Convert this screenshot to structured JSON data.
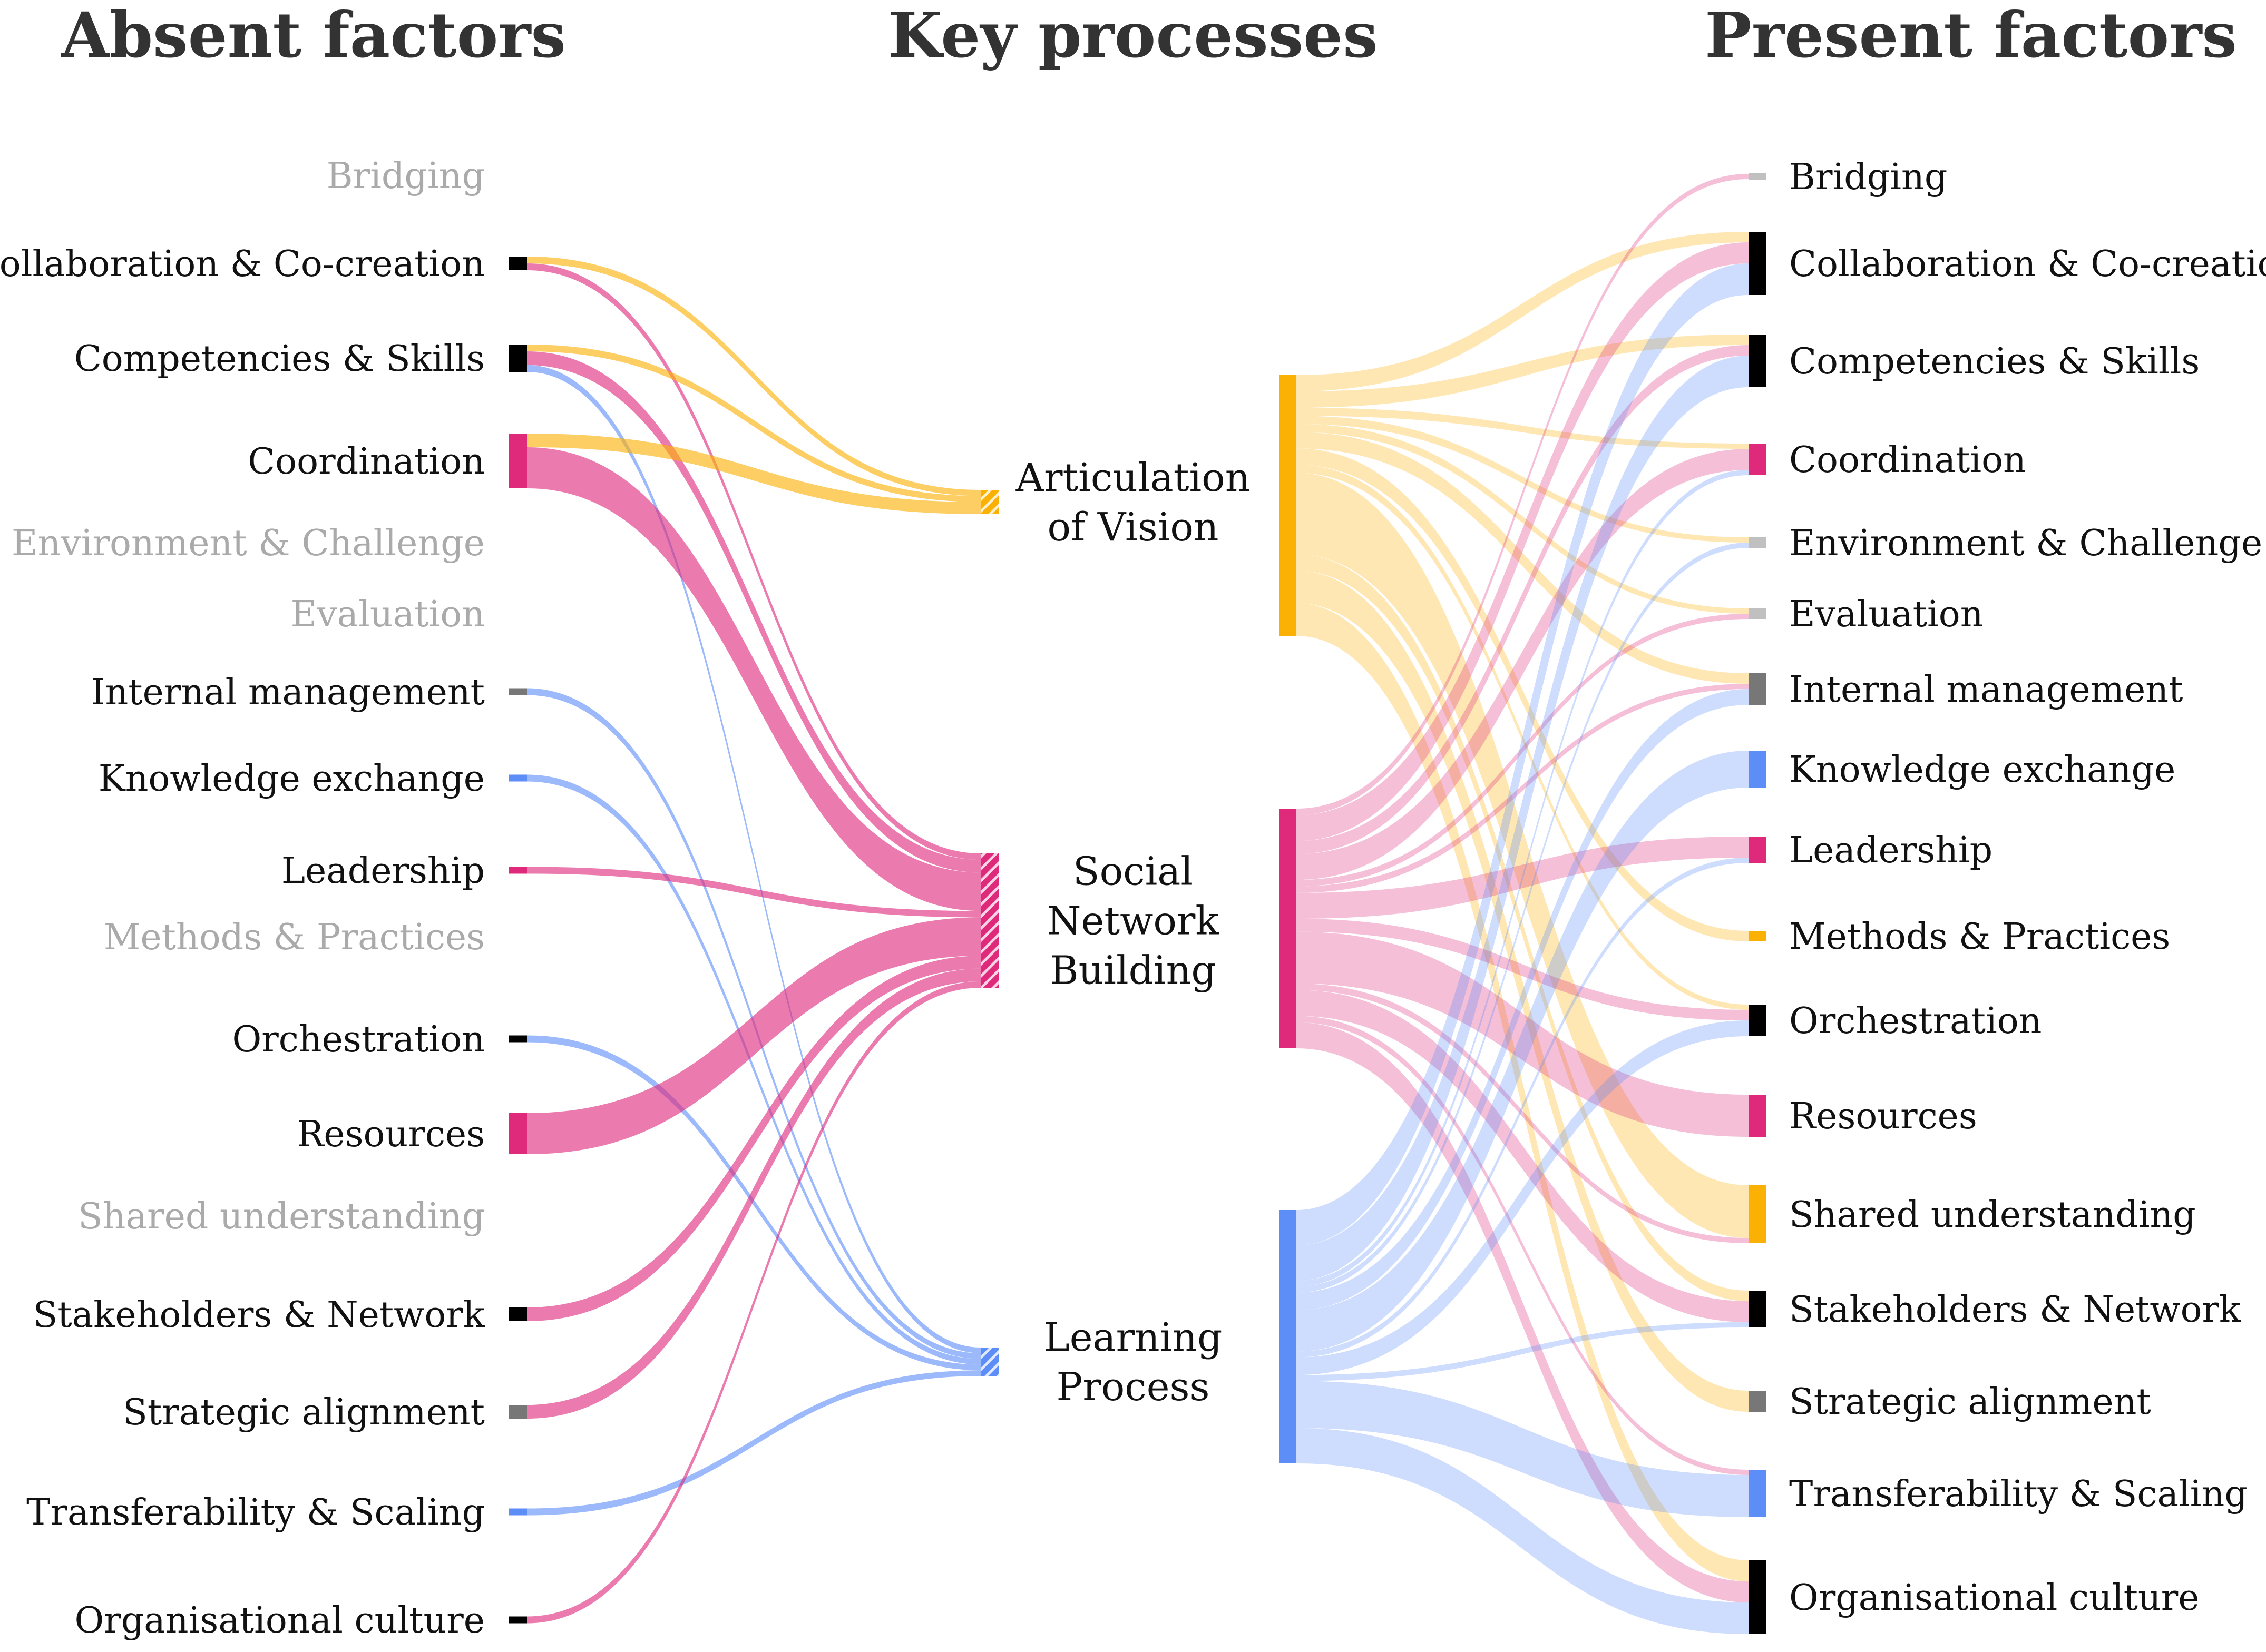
{
  "titles": {
    "absent": "Absent factors",
    "processes": "Key processes",
    "present": "Present factors"
  },
  "colors": {
    "vision": "#FBB004",
    "social": "#DF2A7C",
    "learning": "#5D8EF8",
    "black_factor": "#000000",
    "grey_factor": "#777777",
    "light_grey_factor": "#C0C0C0"
  },
  "processes": [
    {
      "id": "vision",
      "lines": [
        "Articulation",
        "of Vision"
      ],
      "color": "#FBB004"
    },
    {
      "id": "social",
      "lines": [
        "Social",
        "Network",
        "Building"
      ],
      "color": "#DF2A7C"
    },
    {
      "id": "learning",
      "lines": [
        "Learning",
        "Process"
      ],
      "color": "#5D8EF8"
    }
  ],
  "absent_factors": [
    {
      "label": "Bridging",
      "node_color": null,
      "faded": true
    },
    {
      "label": "Collaboration & Co-creation",
      "node_color": "#000000",
      "faded": false
    },
    {
      "label": "Competencies & Skills",
      "node_color": "#000000",
      "faded": false
    },
    {
      "label": "Coordination",
      "node_color": "#DF2A7C",
      "faded": false
    },
    {
      "label": "Environment & Challenge",
      "node_color": null,
      "faded": true
    },
    {
      "label": "Evaluation",
      "node_color": null,
      "faded": true
    },
    {
      "label": "Internal management",
      "node_color": "#777777",
      "faded": false
    },
    {
      "label": "Knowledge exchange",
      "node_color": "#5D8EF8",
      "faded": false
    },
    {
      "label": "Leadership",
      "node_color": "#DF2A7C",
      "faded": false
    },
    {
      "label": "Methods & Practices",
      "node_color": null,
      "faded": true
    },
    {
      "label": "Orchestration",
      "node_color": "#000000",
      "faded": false
    },
    {
      "label": "Resources",
      "node_color": "#DF2A7C",
      "faded": false
    },
    {
      "label": "Shared understanding",
      "node_color": null,
      "faded": true
    },
    {
      "label": "Stakeholders & Network",
      "node_color": "#000000",
      "faded": false
    },
    {
      "label": "Strategic alignment",
      "node_color": "#777777",
      "faded": false
    },
    {
      "label": "Transferability & Scaling",
      "node_color": "#5D8EF8",
      "faded": false
    },
    {
      "label": "Organisational culture",
      "node_color": "#000000",
      "faded": false
    }
  ],
  "present_factors": [
    {
      "label": "Bridging",
      "node_color": "#C0C0C0"
    },
    {
      "label": "Collaboration & Co-creation",
      "node_color": "#000000"
    },
    {
      "label": "Competencies & Skills",
      "node_color": "#000000"
    },
    {
      "label": "Coordination",
      "node_color": "#DF2A7C"
    },
    {
      "label": "Environment & Challenge",
      "node_color": "#C0C0C0"
    },
    {
      "label": "Evaluation",
      "node_color": "#C0C0C0"
    },
    {
      "label": "Internal management",
      "node_color": "#777777"
    },
    {
      "label": "Knowledge exchange",
      "node_color": "#5D8EF8"
    },
    {
      "label": "Leadership",
      "node_color": "#DF2A7C"
    },
    {
      "label": "Methods & Practices",
      "node_color": "#FBB004"
    },
    {
      "label": "Orchestration",
      "node_color": "#000000"
    },
    {
      "label": "Resources",
      "node_color": "#DF2A7C"
    },
    {
      "label": "Shared understanding",
      "node_color": "#FBB004"
    },
    {
      "label": "Stakeholders & Network",
      "node_color": "#000000"
    },
    {
      "label": "Strategic alignment",
      "node_color": "#777777"
    },
    {
      "label": "Transferability & Scaling",
      "node_color": "#5D8EF8"
    },
    {
      "label": "Organisational culture",
      "node_color": "#000000"
    }
  ],
  "absent_flows": [
    {
      "from": "Collaboration & Co-creation",
      "to": "vision",
      "weight": 1
    },
    {
      "from": "Collaboration & Co-creation",
      "to": "social",
      "weight": 1
    },
    {
      "from": "Competencies & Skills",
      "to": "vision",
      "weight": 1
    },
    {
      "from": "Competencies & Skills",
      "to": "social",
      "weight": 2
    },
    {
      "from": "Competencies & Skills",
      "to": "learning",
      "weight": 1
    },
    {
      "from": "Coordination",
      "to": "vision",
      "weight": 2
    },
    {
      "from": "Coordination",
      "to": "social",
      "weight": 6
    },
    {
      "from": "Internal management",
      "to": "learning",
      "weight": 1
    },
    {
      "from": "Knowledge exchange",
      "to": "learning",
      "weight": 1
    },
    {
      "from": "Leadership",
      "to": "social",
      "weight": 1
    },
    {
      "from": "Orchestration",
      "to": "learning",
      "weight": 1
    },
    {
      "from": "Resources",
      "to": "social",
      "weight": 6
    },
    {
      "from": "Stakeholders & Network",
      "to": "social",
      "weight": 2
    },
    {
      "from": "Strategic alignment",
      "to": "social",
      "weight": 2
    },
    {
      "from": "Transferability & Scaling",
      "to": "learning",
      "weight": 1
    },
    {
      "from": "Organisational culture",
      "to": "social",
      "weight": 1
    }
  ],
  "present_flows": [
    {
      "from": "vision",
      "to": "Collaboration & Co-creation",
      "weight": 2
    },
    {
      "from": "vision",
      "to": "Competencies & Skills",
      "weight": 2
    },
    {
      "from": "vision",
      "to": "Coordination",
      "weight": 1
    },
    {
      "from": "vision",
      "to": "Environment & Challenge",
      "weight": 1
    },
    {
      "from": "vision",
      "to": "Evaluation",
      "weight": 1
    },
    {
      "from": "vision",
      "to": "Internal management",
      "weight": 2
    },
    {
      "from": "vision",
      "to": "Methods & Practices",
      "weight": 2
    },
    {
      "from": "vision",
      "to": "Orchestration",
      "weight": 1
    },
    {
      "from": "vision",
      "to": "Shared understanding",
      "weight": 10
    },
    {
      "from": "vision",
      "to": "Stakeholders & Network",
      "weight": 2
    },
    {
      "from": "vision",
      "to": "Strategic alignment",
      "weight": 4
    },
    {
      "from": "vision",
      "to": "Organisational culture",
      "weight": 4
    },
    {
      "from": "social",
      "to": "Bridging",
      "weight": 1
    },
    {
      "from": "social",
      "to": "Collaboration & Co-creation",
      "weight": 4
    },
    {
      "from": "social",
      "to": "Competencies & Skills",
      "weight": 2
    },
    {
      "from": "social",
      "to": "Coordination",
      "weight": 4
    },
    {
      "from": "social",
      "to": "Evaluation",
      "weight": 1
    },
    {
      "from": "social",
      "to": "Internal management",
      "weight": 1
    },
    {
      "from": "social",
      "to": "Leadership",
      "weight": 4
    },
    {
      "from": "social",
      "to": "Orchestration",
      "weight": 2
    },
    {
      "from": "social",
      "to": "Resources",
      "weight": 8
    },
    {
      "from": "social",
      "to": "Shared understanding",
      "weight": 1
    },
    {
      "from": "social",
      "to": "Stakeholders & Network",
      "weight": 4
    },
    {
      "from": "social",
      "to": "Transferability & Scaling",
      "weight": 1
    },
    {
      "from": "social",
      "to": "Organisational culture",
      "weight": 4
    },
    {
      "from": "learning",
      "to": "Collaboration & Co-creation",
      "weight": 6
    },
    {
      "from": "learning",
      "to": "Competencies & Skills",
      "weight": 6
    },
    {
      "from": "learning",
      "to": "Coordination",
      "weight": 1
    },
    {
      "from": "learning",
      "to": "Environment & Challenge",
      "weight": 1
    },
    {
      "from": "learning",
      "to": "Internal management",
      "weight": 3
    },
    {
      "from": "learning",
      "to": "Knowledge exchange",
      "weight": 7
    },
    {
      "from": "learning",
      "to": "Leadership",
      "weight": 1
    },
    {
      "from": "learning",
      "to": "Orchestration",
      "weight": 3
    },
    {
      "from": "learning",
      "to": "Stakeholders & Network",
      "weight": 1
    },
    {
      "from": "learning",
      "to": "Transferability & Scaling",
      "weight": 8
    },
    {
      "from": "learning",
      "to": "Organisational culture",
      "weight": 6
    }
  ]
}
